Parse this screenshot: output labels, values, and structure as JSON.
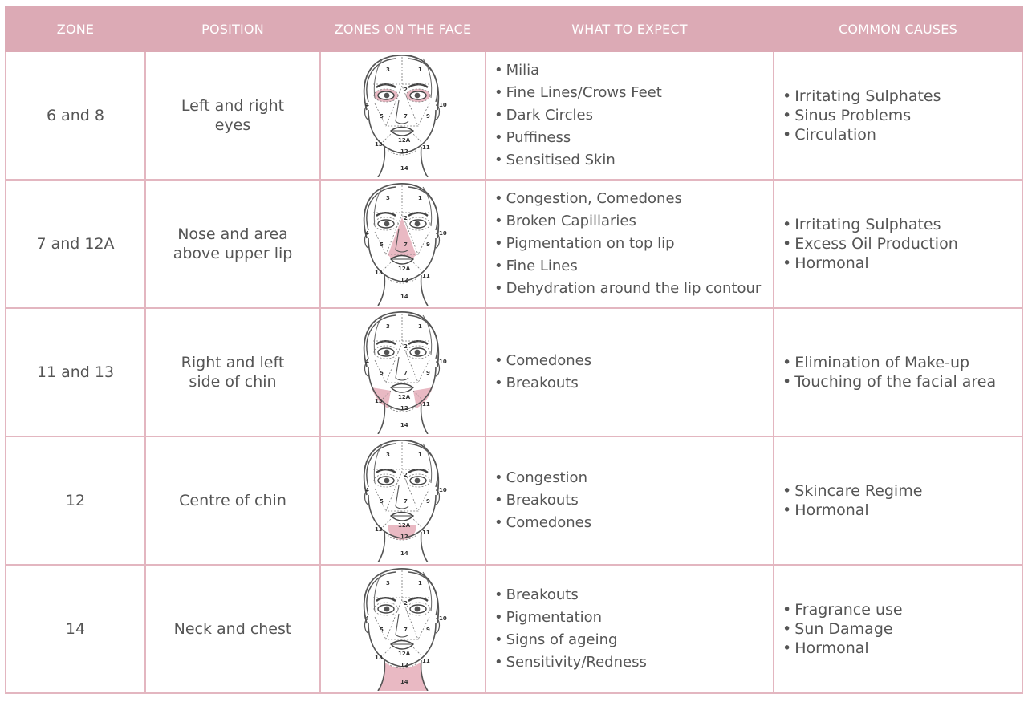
{
  "header": {
    "zone": "ZONE",
    "position": "POSITION",
    "zones_on_face": "ZONES ON THE FACE",
    "what_to_expect": "WHAT TO EXPECT",
    "common_causes": "COMMON CAUSES"
  },
  "colors": {
    "header_bg": "#dcaab5",
    "border": "#e3b6c0",
    "highlight": "#e9b9c3",
    "text": "#555555"
  },
  "face_labels": [
    "3",
    "1",
    "2",
    "4",
    "10",
    "5",
    "7",
    "9",
    "12A",
    "13",
    "11",
    "12",
    "14"
  ],
  "rows": [
    {
      "zone": "6 and 8",
      "position": "Left and right eyes",
      "highlight": "eyes",
      "expect": [
        "Milia",
        "Fine Lines/Crows Feet",
        "Dark Circles",
        "Puffiness",
        "Sensitised Skin"
      ],
      "causes": [
        "Irritating Sulphates",
        "Sinus Problems",
        "Circulation"
      ]
    },
    {
      "zone": "7 and 12A",
      "position": "Nose and area above upper lip",
      "highlight": "nose",
      "expect": [
        "Congestion, Comedones",
        "Broken Capillaries",
        "Pigmentation on top lip",
        "Fine Lines",
        "Dehydration around the lip contour"
      ],
      "causes": [
        "Irritating Sulphates",
        "Excess Oil Production",
        "Hormonal"
      ]
    },
    {
      "zone": "11 and 13",
      "position": "Right and left side of chin",
      "highlight": "chin-sides",
      "expect": [
        "Comedones",
        "Breakouts"
      ],
      "causes": [
        "Elimination of Make-up",
        "Touching of the facial area"
      ]
    },
    {
      "zone": "12",
      "position": "Centre of chin",
      "highlight": "chin-centre",
      "expect": [
        "Congestion",
        "Breakouts",
        "Comedones"
      ],
      "causes": [
        "Skincare Regime",
        "Hormonal"
      ]
    },
    {
      "zone": "14",
      "position": "Neck and chest",
      "highlight": "neck",
      "expect": [
        "Breakouts",
        "Pigmentation",
        "Signs of ageing",
        "Sensitivity/Redness"
      ],
      "causes": [
        "Fragrance use",
        "Sun Damage",
        "Hormonal"
      ]
    }
  ]
}
